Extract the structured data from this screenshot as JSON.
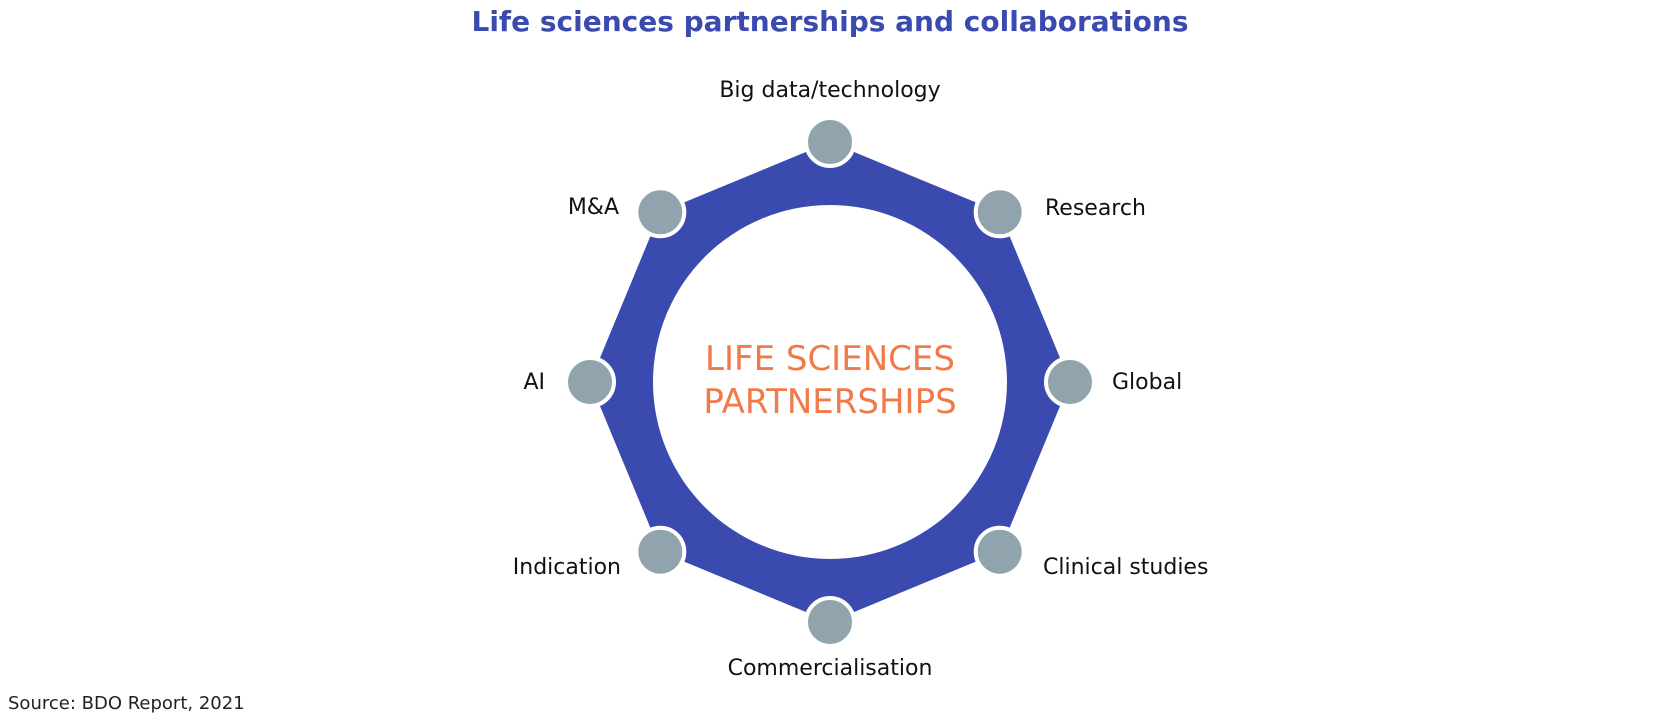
{
  "title": "Life sciences partnerships and collaborations",
  "center": {
    "line1": "LIFE SCIENCES",
    "line2": "PARTNERSHIPS"
  },
  "nodes": [
    {
      "label": "Big data/technology"
    },
    {
      "label": "Research"
    },
    {
      "label": "Global"
    },
    {
      "label": "Clinical studies"
    },
    {
      "label": "Commercialisation"
    },
    {
      "label": "Indication"
    },
    {
      "label": "AI"
    },
    {
      "label": "M&A"
    }
  ],
  "source": "Source: BDO Report, 2021",
  "colors": {
    "ring": "#3a4aae",
    "node": "#91a4ae",
    "center_text": "#f07a4a",
    "title": "#3a4aae"
  }
}
